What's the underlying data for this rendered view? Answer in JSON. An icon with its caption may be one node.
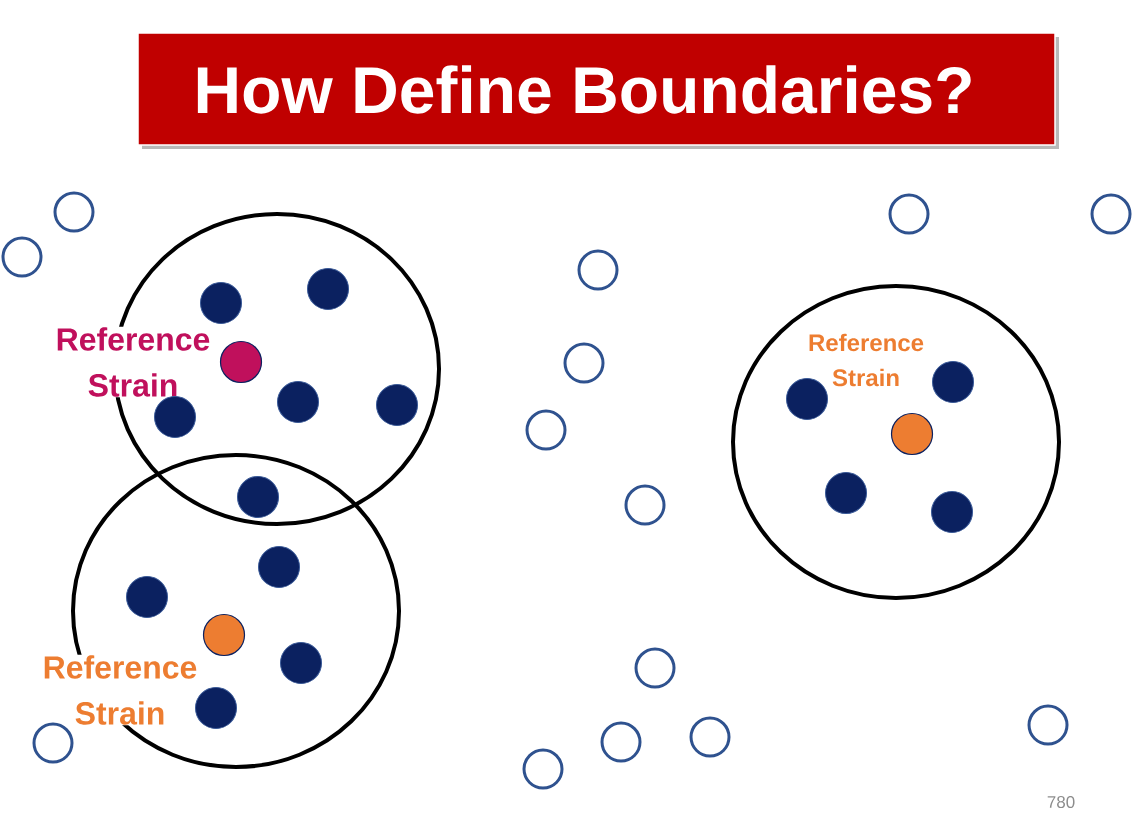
{
  "diagram": {
    "title": "How Define Boundaries?",
    "nodes": [
      {
        "text": [
          "Reference Strain"
        ]
      },
      {
        "text": [
          "Reference Strain"
        ]
      },
      {
        "text": [
          "Reference Strain"
        ]
      }
    ],
    "labels": [
      "780"
    ]
  }
}
